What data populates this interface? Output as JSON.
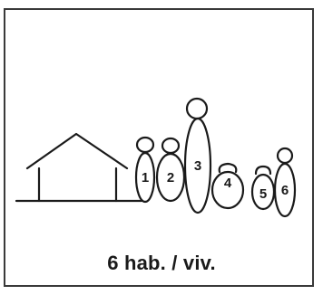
{
  "figure": {
    "caption": "6 hab. / viv.",
    "people": [
      {
        "label": "1"
      },
      {
        "label": "2"
      },
      {
        "label": "3"
      },
      {
        "label": "4"
      },
      {
        "label": "5"
      },
      {
        "label": "6"
      }
    ]
  }
}
